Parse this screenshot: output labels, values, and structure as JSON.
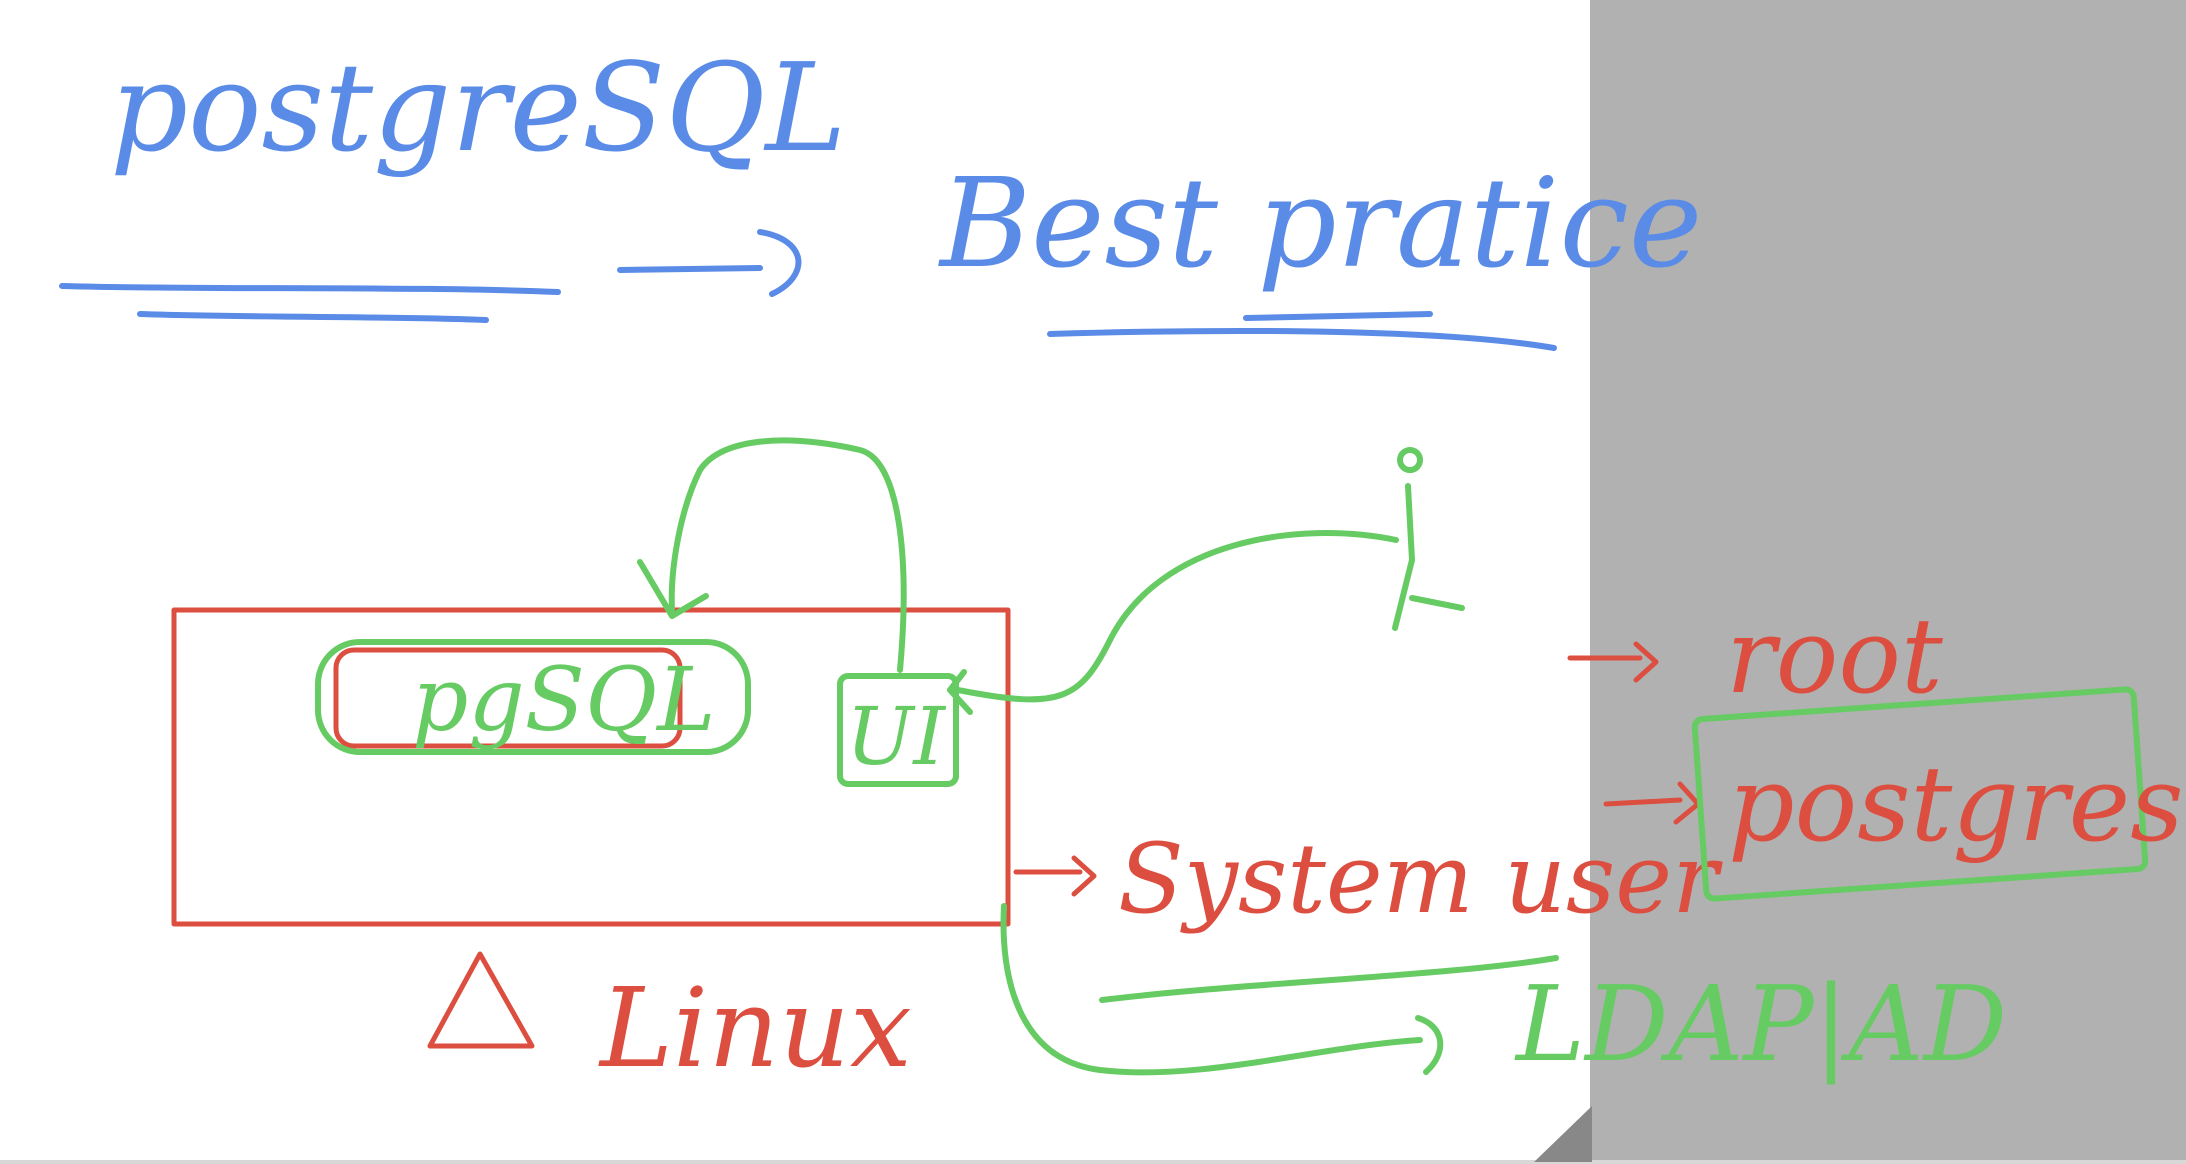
{
  "colors": {
    "blue_ink": "#5a8be7",
    "green_ink": "#66cb63",
    "red_ink": "#dc4e3f",
    "canvas_bg": "#ffffff",
    "side_panel_bg": "#b1b1b1"
  },
  "notes": {
    "title": "postgreSQL",
    "best_practice": "Best pratice",
    "app_box": "pgSQL",
    "ui_box": "UI",
    "os_label": "Linux",
    "arrow_target_1": "root",
    "arrow_target_2": "postgres",
    "system_user": "System user",
    "ldap": "LDAP|AD"
  },
  "icons": {
    "user_figure": "person-stick-icon",
    "os_triangle": "triangle-icon",
    "page_curl": "page-curl-icon"
  }
}
